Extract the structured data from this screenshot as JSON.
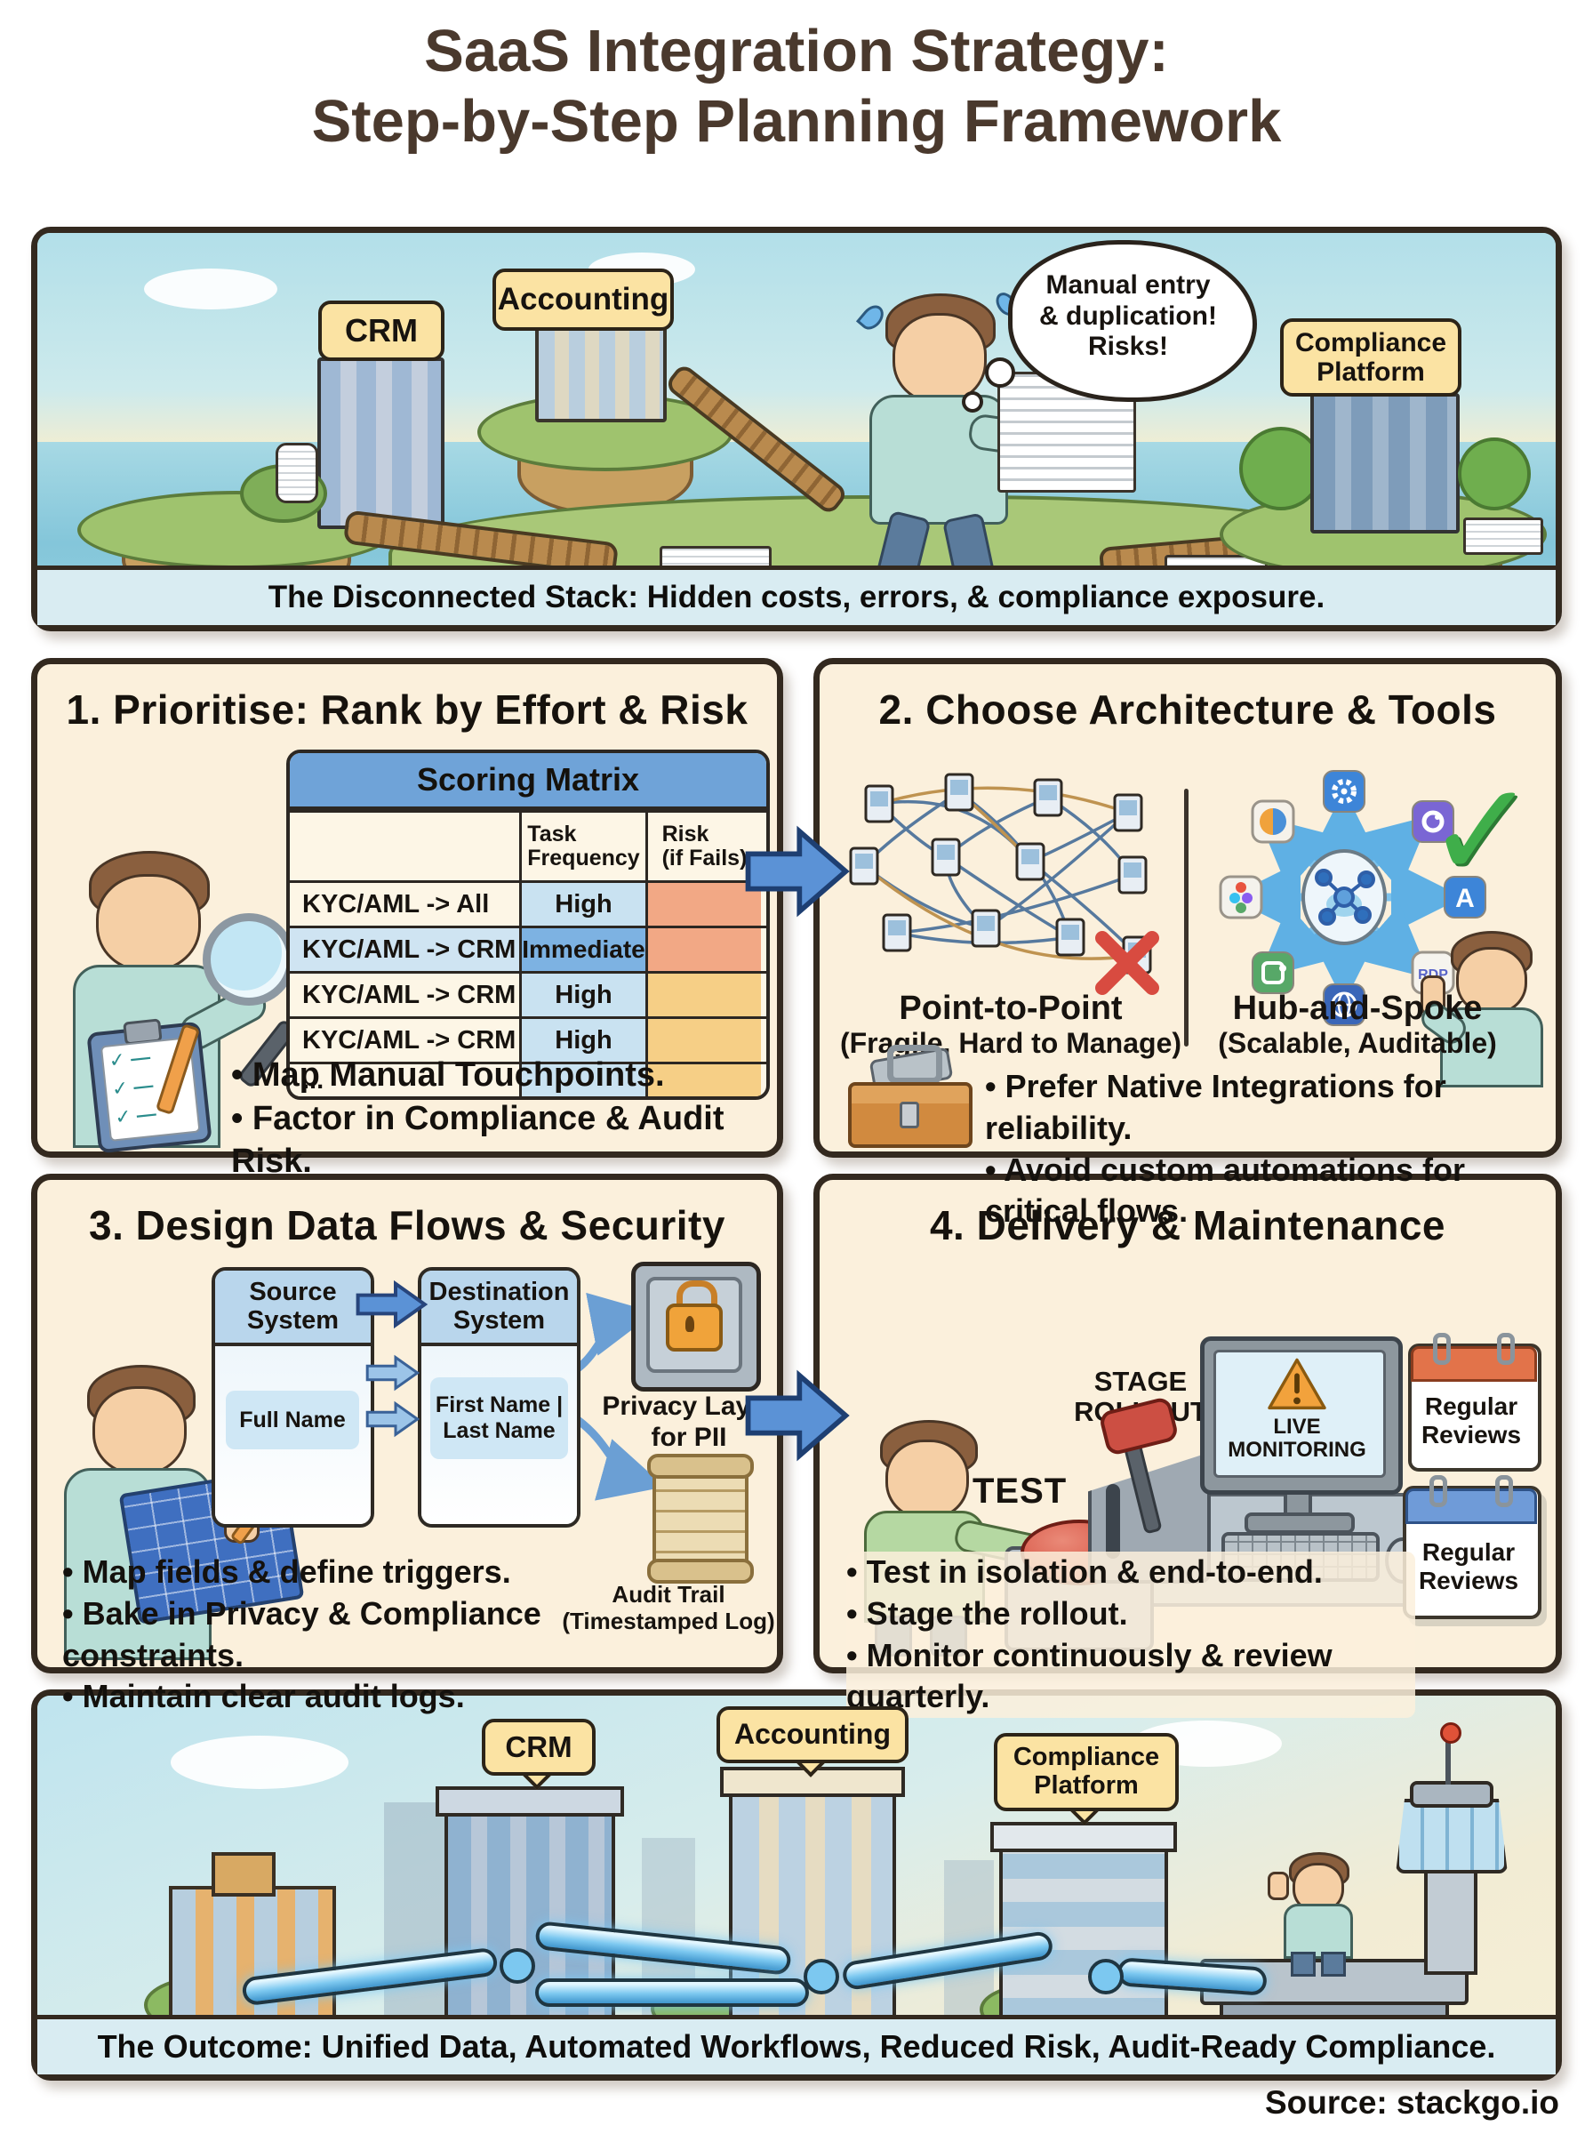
{
  "title": {
    "line1": "SaaS Integration Strategy:",
    "line2": "Step-by-Step Planning Framework"
  },
  "top_panel": {
    "crm_label": "CRM",
    "accounting_label": "Accounting",
    "compliance_label": "Compliance\nPlatform",
    "thought_bubble": "Manual entry\n& duplication!\nRisks!",
    "caption": "The Disconnected Stack: Hidden costs, errors, & compliance exposure."
  },
  "step1": {
    "heading": "1. Prioritise: Rank by Effort & Risk",
    "table": {
      "title": "Scoring Matrix",
      "col_task": "Task\nFrequency",
      "col_risk": "Risk\n(if Fails)",
      "rows": [
        {
          "name": "KYC/AML -> All",
          "frequency": "High"
        },
        {
          "name": "KYC/AML -> CRM",
          "frequency": "Immediate"
        },
        {
          "name": "KYC/AML -> CRM",
          "frequency": "High"
        },
        {
          "name": "KYC/AML -> CRM",
          "frequency": "High"
        },
        {
          "name": "...",
          "frequency": ""
        }
      ]
    },
    "bullets": [
      "Map Manual Touchpoints.",
      "Factor in Compliance & Audit Risk."
    ]
  },
  "step2": {
    "heading": "2. Choose Architecture & Tools",
    "p2p_title": "Point-to-Point",
    "p2p_sub": "(Fragile, Hard to Manage)",
    "hub_title": "Hub-and-Spoke",
    "hub_sub": "(Scalable, Auditable)",
    "rdp_icon_text": "RDP",
    "appstore_icon_text": "A",
    "bullets": [
      "Prefer Native Integrations for reliability.",
      "Avoid custom automations for critical flows."
    ]
  },
  "step3": {
    "heading": "3. Design Data Flows & Security",
    "source_title": "Source\nSystem",
    "source_field": "Full Name",
    "dest_title": "Destination\nSystem",
    "dest_field": "First Name |\nLast Name",
    "privacy_caption": "Privacy Layer\nfor PII",
    "audit_caption": "Audit Trail\n(Timestamped Log)",
    "bullets": [
      "Map fields & define triggers.",
      "Bake in Privacy & Compliance constraints.",
      "Maintain clear audit logs."
    ]
  },
  "step4": {
    "heading": "4. Delivery & Maintenance",
    "test_label": "TEST",
    "stage_label": "STAGE\nROLLOUT",
    "monitor_label": "LIVE\nMONITORING",
    "review_label_1": "Regular\nReviews",
    "review_label_2": "Regular\nReviews",
    "bullets": [
      "Test in isolation & end-to-end.",
      "Stage the rollout.",
      "Monitor continuously & review quarterly."
    ]
  },
  "bottom_panel": {
    "crm_label": "CRM",
    "accounting_label": "Accounting",
    "compliance_label": "Compliance\nPlatform",
    "caption": "The Outcome: Unified Data, Automated Workflows, Reduced Risk, Audit-Ready Compliance."
  },
  "source_credit": "Source: stackgo.io",
  "colors": {
    "panel_bg": "#fbf0dc",
    "panel_border": "#33291f",
    "caption_bg": "#d9ecf2",
    "label_bg": "#fbe3a3",
    "table_header": "#6fa3d8",
    "freq_cell": "#c9e2f1",
    "immediate_cell": "#7db2e2",
    "risk_high": "#f2a885",
    "risk_med": "#f6cf86",
    "arrow_blue": "#5b92d6",
    "check_green": "#3fae4a",
    "x_red": "#d84b40"
  }
}
